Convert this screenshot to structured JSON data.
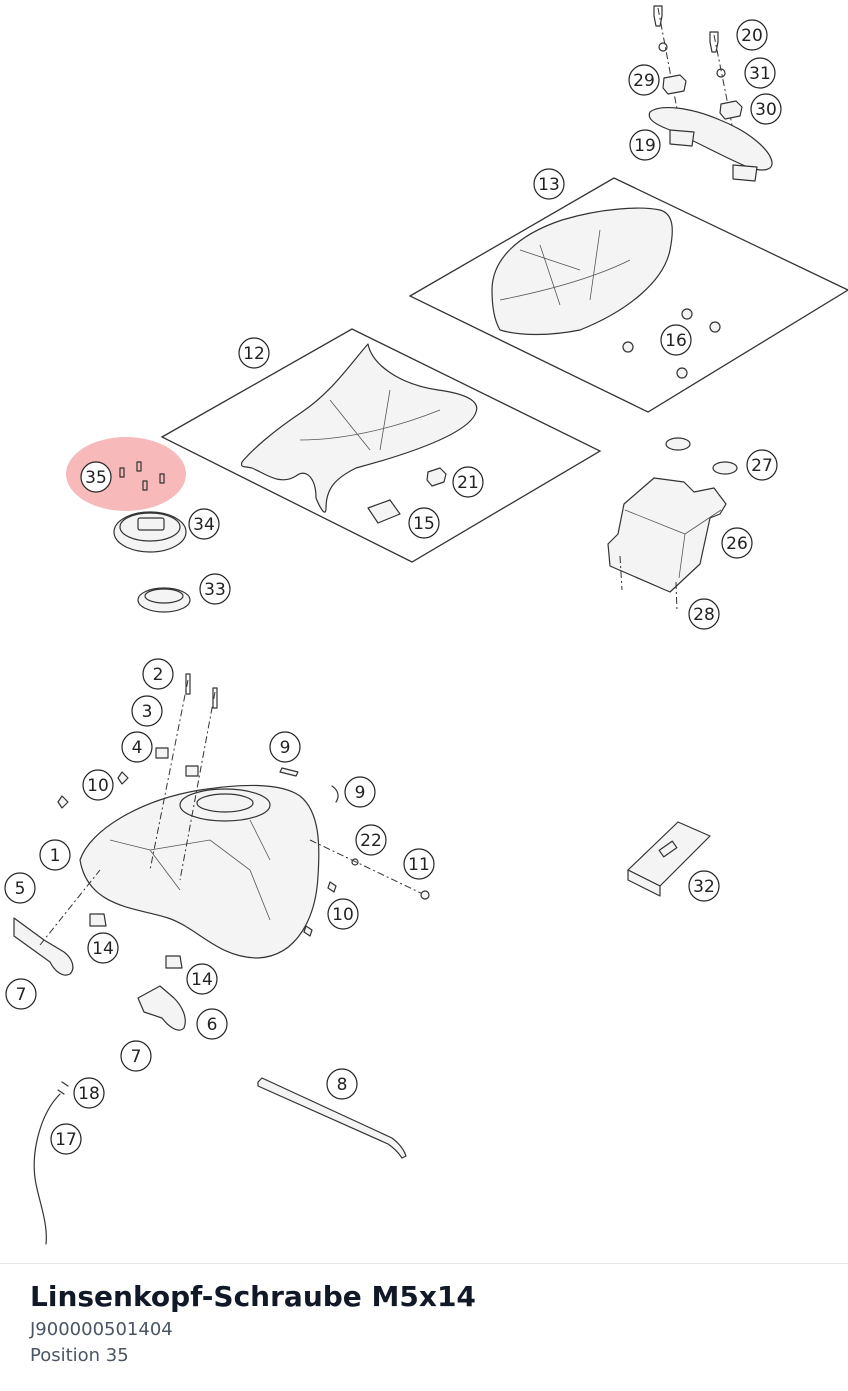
{
  "selected_part": {
    "name": "Linsenkopf-Schraube M5x14",
    "number": "J900000501404",
    "position": "Position 35",
    "callout": "35",
    "highlight_color": "#f28b8b"
  },
  "callouts": [
    "20",
    "29",
    "31",
    "30",
    "19",
    "13",
    "16",
    "12",
    "21",
    "15",
    "35",
    "34",
    "33",
    "27",
    "26",
    "28",
    "2",
    "3",
    "4",
    "9",
    "10",
    "9",
    "22",
    "11",
    "1",
    "5",
    "14",
    "7",
    "14",
    "6",
    "7",
    "10",
    "32",
    "8",
    "18",
    "17"
  ]
}
